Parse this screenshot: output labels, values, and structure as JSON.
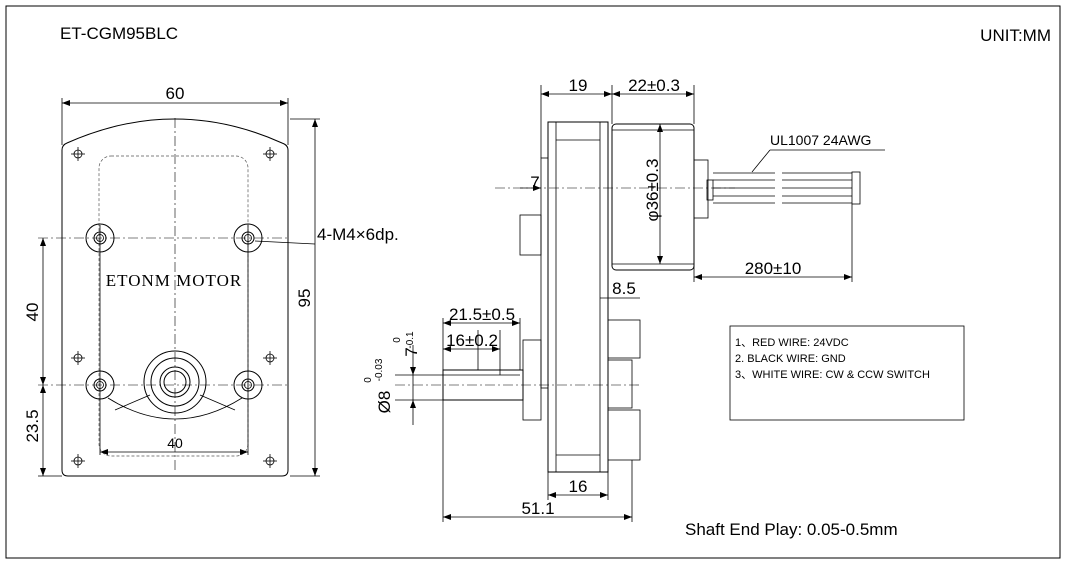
{
  "title": "ET-CGM95BLC",
  "unit": "UNIT:MM",
  "front_view": {
    "width": "60",
    "height": "95",
    "lower_height": "40",
    "shaft_offset": "23.5",
    "bottom_spacing": "40",
    "holes_label": "4-M4×6dp.",
    "brand_text": "ETONM MOTOR"
  },
  "side_view": {
    "gearbox_depth": "19",
    "motor_length": "22±0.3",
    "motor_diameter": "φ36±0.3",
    "flange_offset": "7",
    "wire_spec": "UL1007 24AWG",
    "wire_length": "280±10",
    "small_dim": "8.5",
    "shaft_length": "21.5±0.5",
    "flat_length": "16±0.2",
    "flat_tol_main": "7",
    "flat_tol_upper": "0",
    "flat_tol_lower": "-0.1",
    "shaft_dia_main": "Ø8",
    "shaft_dia_upper": "0",
    "shaft_dia_lower": "-0.03",
    "bottom_dim": "16",
    "total_length": "51.1"
  },
  "wires": [
    "1、RED WIRE: 24VDC",
    "2. BLACK WIRE: GND",
    "3、WHITE WIRE: CW & CCW SWITCH"
  ],
  "shaft_end_play": "Shaft End Play: 0.05-0.5mm"
}
